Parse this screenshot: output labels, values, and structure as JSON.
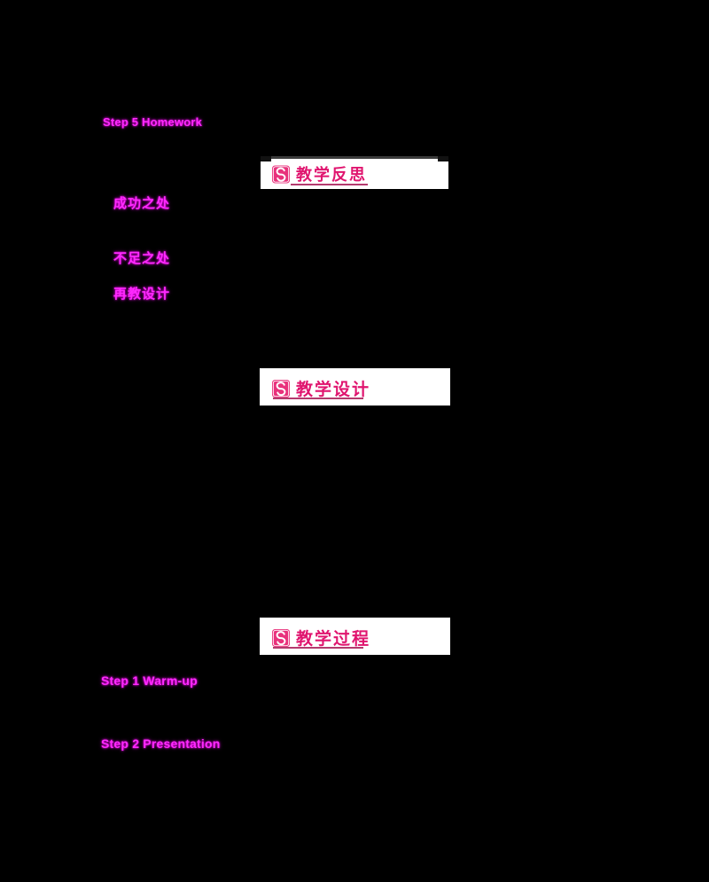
{
  "colors": {
    "background": "#000000",
    "heading_magenta": "#fd2bfd",
    "banner_background": "#ffffff",
    "banner_title_pink": "#e0156f",
    "banner_underline_pink": "#b43a6e",
    "logo_pink": "#e8327c"
  },
  "top_section": {
    "heading": "Step 5 Homework"
  },
  "banners": [
    {
      "title": "教学反思",
      "icon": "swirl-logo"
    },
    {
      "title": "教学设计",
      "icon": "swirl-logo"
    },
    {
      "title": "教学过程",
      "icon": "swirl-logo"
    }
  ],
  "reflection": {
    "items": [
      {
        "label": "成功之处"
      },
      {
        "label": "不足之处"
      },
      {
        "label": "再教设计"
      }
    ]
  },
  "process": {
    "steps": [
      {
        "label": "Step 1 Warm-up"
      },
      {
        "label": "Step 2 Presentation"
      }
    ]
  }
}
